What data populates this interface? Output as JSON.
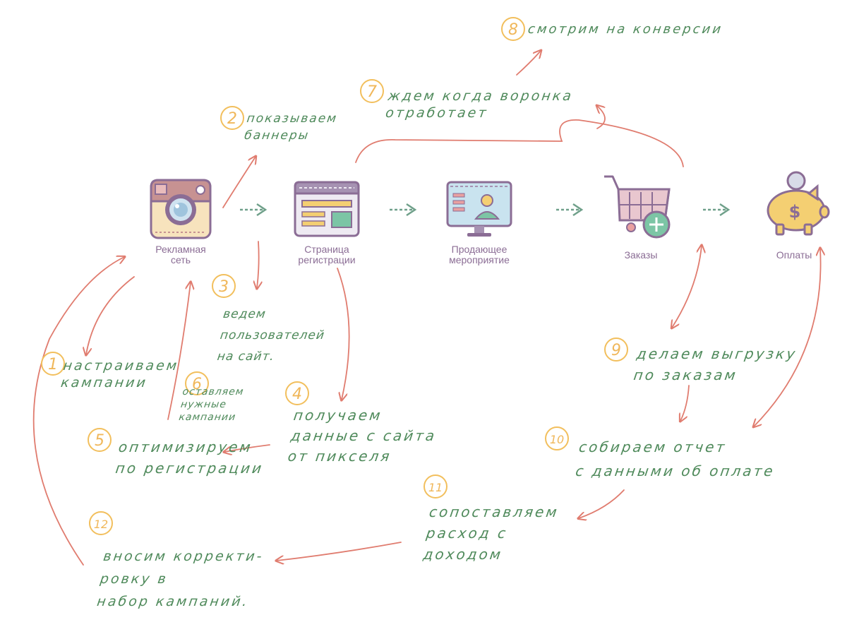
{
  "colors": {
    "stage_label": "#8b6d95",
    "note_text": "#4f8a5b",
    "number_circle": "#f2bf5d",
    "hand_arrow": "#e07c6f",
    "flow_arrow": "#6fa08a"
  },
  "stages": [
    {
      "id": "ad-network",
      "icon": "camera-icon",
      "label": "Рекламная\nсеть"
    },
    {
      "id": "registration-page",
      "icon": "web-page-icon",
      "label": "Страница\nрегистрации"
    },
    {
      "id": "selling-event",
      "icon": "monitor-webinar-icon",
      "label": "Продающее\nмероприятие"
    },
    {
      "id": "orders",
      "icon": "shopping-cart-icon",
      "label": "Заказы"
    },
    {
      "id": "payments",
      "icon": "piggy-bank-icon",
      "label": "Оплаты"
    }
  ],
  "steps": [
    {
      "number": "1",
      "text": "настраиваем\nкампании"
    },
    {
      "number": "2",
      "text": "показываем\nбаннеры"
    },
    {
      "number": "3",
      "text": "ведем\nпользователей\nна сайт."
    },
    {
      "number": "4",
      "text": "получаем\nданные с сайта\nот пикселя"
    },
    {
      "number": "5",
      "text": "оптимизируем\nпо регистрации"
    },
    {
      "number": "6",
      "text": "оставляем\nнужные\nкампании"
    },
    {
      "number": "7",
      "text": "ждем когда воронка\nотработает"
    },
    {
      "number": "8",
      "text": "смотрим на конверсии"
    },
    {
      "number": "9",
      "text": "делаем выгрузку\nпо заказам"
    },
    {
      "number": "10",
      "text": "собираем отчет\nс данными об оплате"
    },
    {
      "number": "11",
      "text": "сопоставляем\nрасход с\nдоходом"
    },
    {
      "number": "12",
      "text": "вносим корректи-\nровку в\nнабор кампаний."
    }
  ]
}
